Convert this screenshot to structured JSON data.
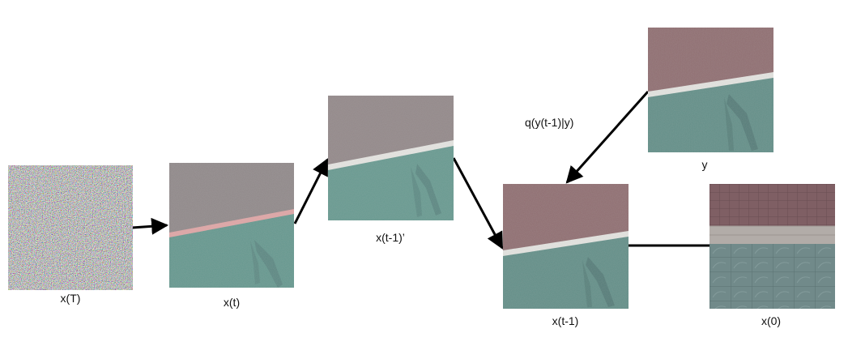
{
  "nodes": [
    {
      "id": "xT",
      "label": "x(T)"
    },
    {
      "id": "xt",
      "label": "x(t)"
    },
    {
      "id": "xt1p",
      "label": "x(t-1)’"
    },
    {
      "id": "xt1",
      "label": "x(t-1)"
    },
    {
      "id": "y",
      "label": "y"
    },
    {
      "id": "x0",
      "label": "x(0)"
    }
  ],
  "edges": [
    {
      "from": "xT",
      "to": "xt"
    },
    {
      "from": "xt",
      "to": "xt1p"
    },
    {
      "from": "xt1p",
      "to": "xt1"
    },
    {
      "from": "y",
      "to": "xt1",
      "label": "q(y(t-1)|y)"
    },
    {
      "from": "xt1",
      "to": "x0"
    }
  ],
  "colors": {
    "court_red": "#8e6b6e",
    "court_gray": "#8d8586",
    "court_green": "#5e958b",
    "court_green_dark": "#517f7a",
    "stripe_white": "#e8e8e4",
    "stripe_pink": "#e3a4a4",
    "tile_top": "#7f5f64",
    "tile_band": "#b2aca8",
    "tile_bottom": "#718a8a",
    "arrow": "#000000"
  }
}
